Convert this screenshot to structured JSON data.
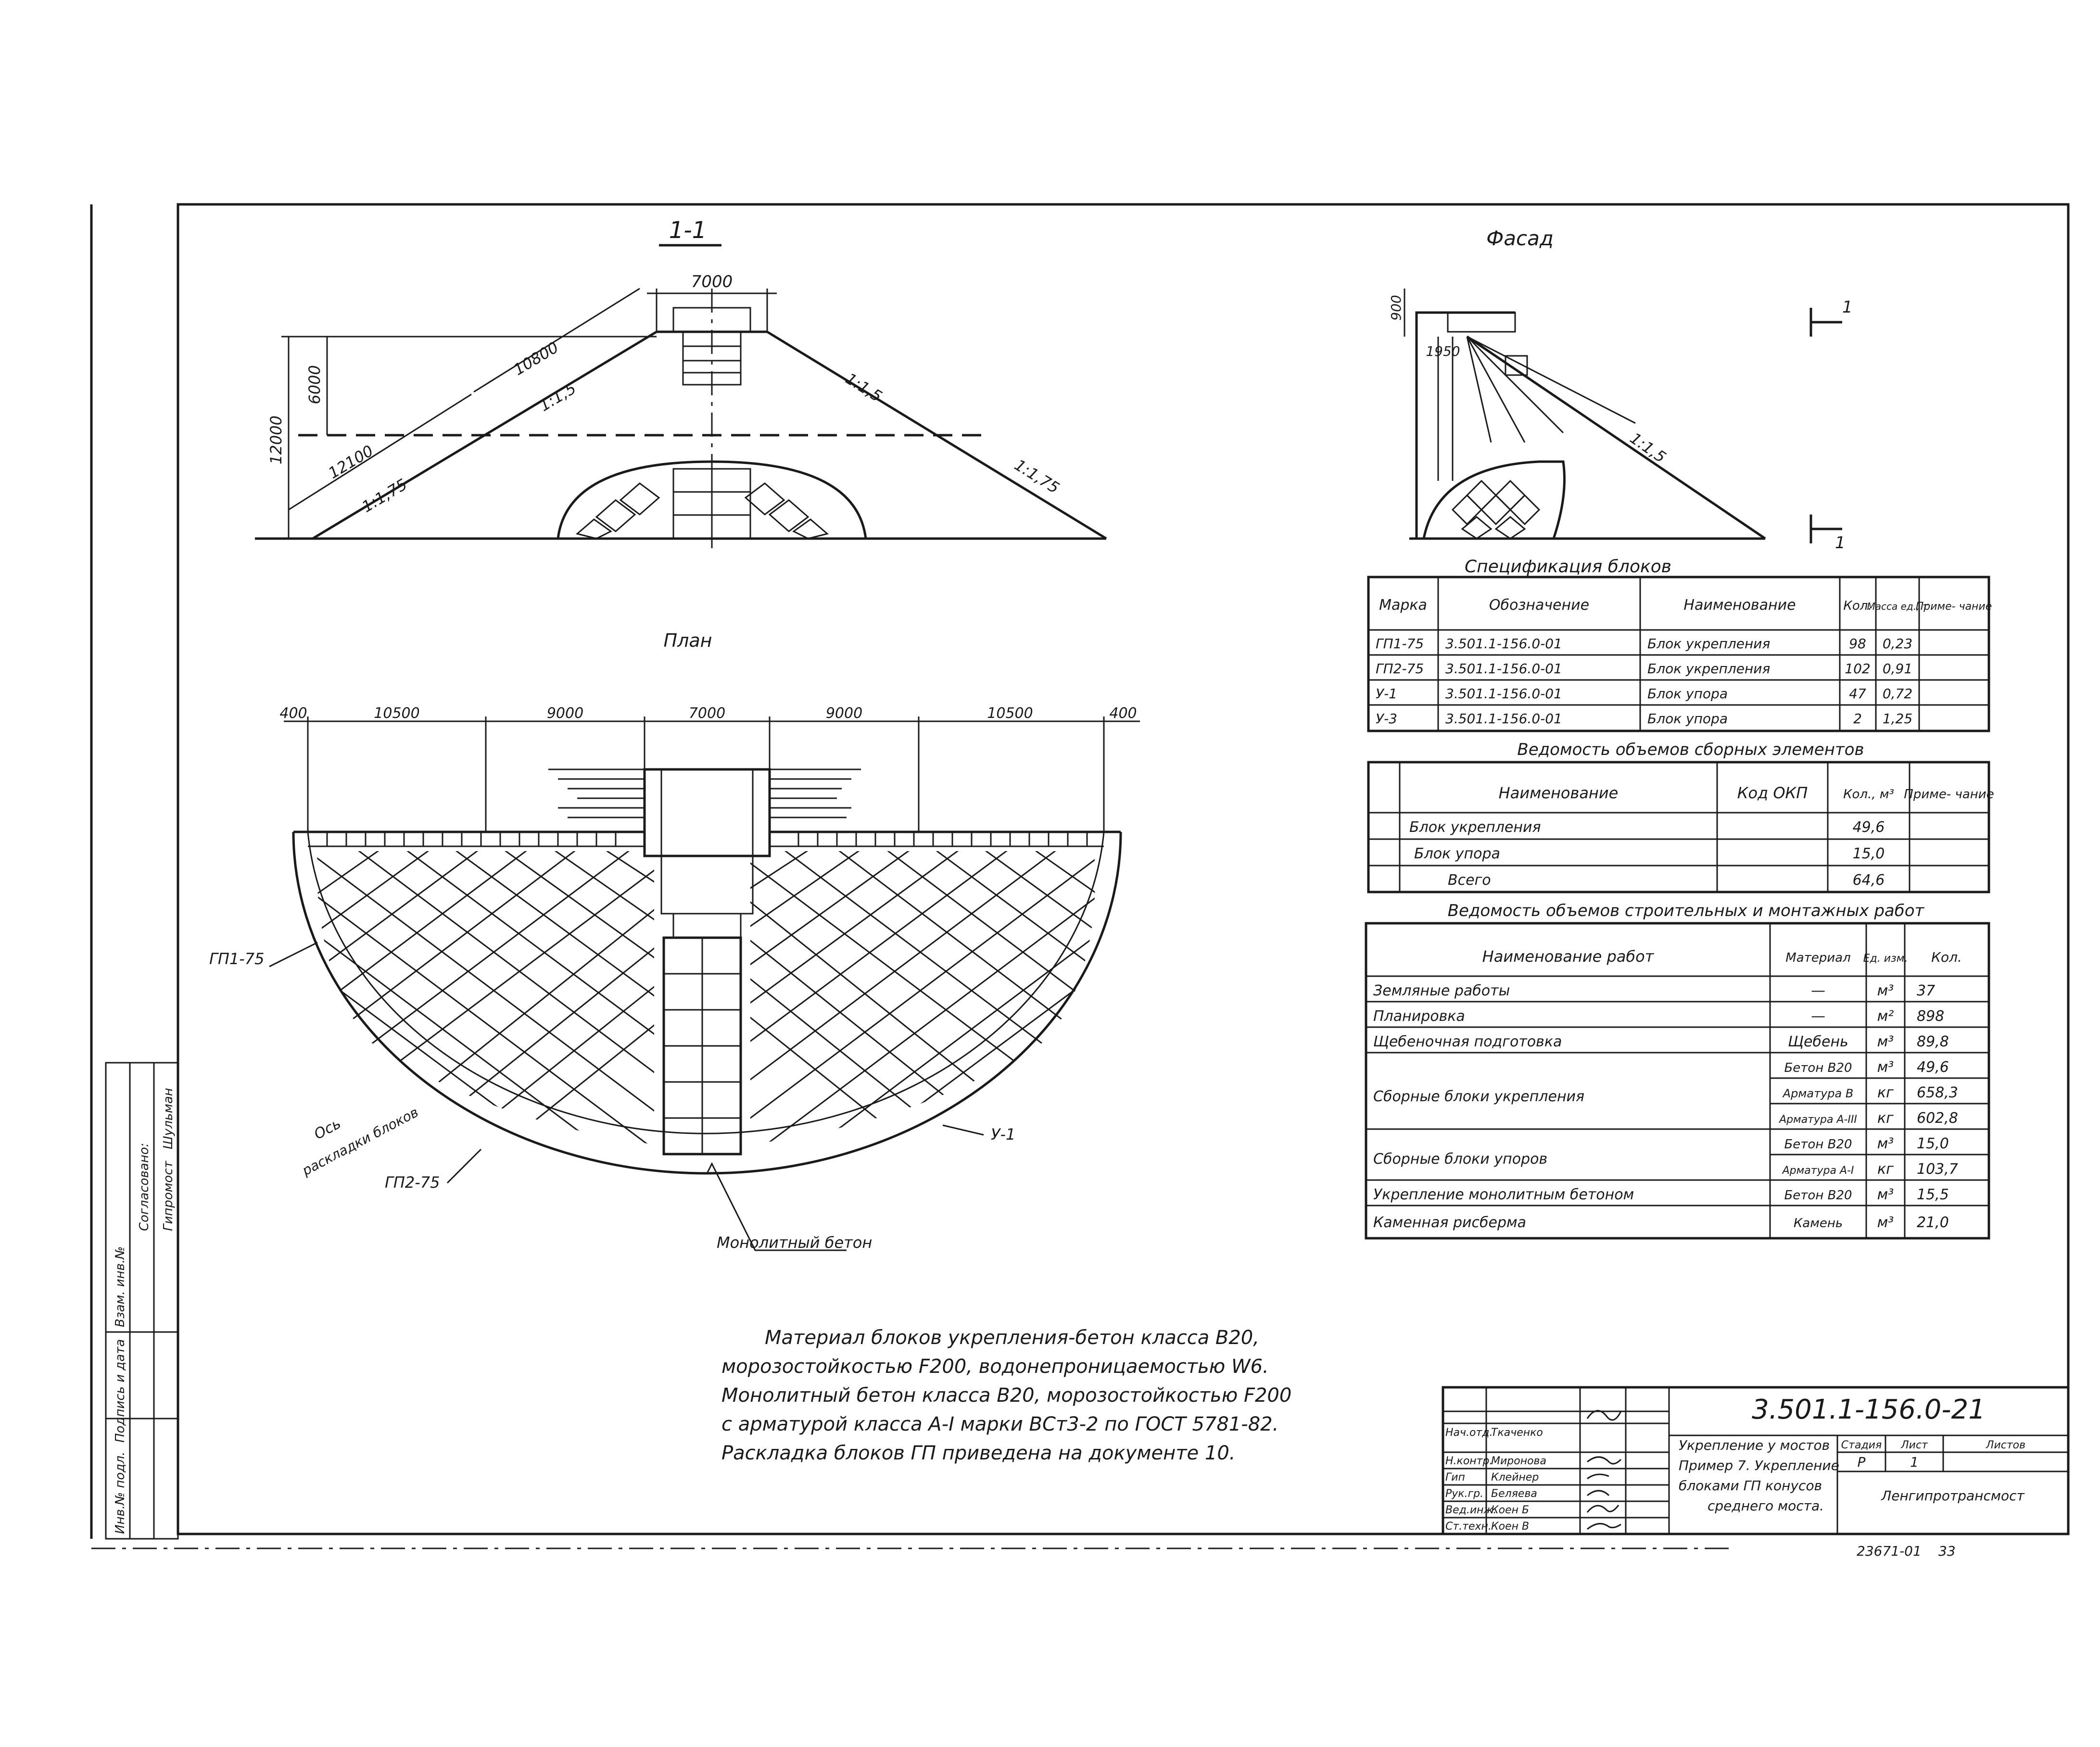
{
  "views": {
    "section_title": "1-1",
    "facade_title": "Фасад",
    "plan_title": "План",
    "section_marker": "1"
  },
  "section_dims": {
    "top_width": "7000",
    "slope_upper_len": "10800",
    "slope_lower_len": "12100",
    "height_upper": "6000",
    "height_total": "12000",
    "slope_upper": "1:1,5",
    "slope_lower": "1:1,75"
  },
  "facade_dims": {
    "h_top": "900",
    "h_offset": "1950",
    "slope": "1:1,5"
  },
  "plan_dims": [
    "400",
    "10500",
    "9000",
    "7000",
    "9000",
    "10500",
    "400"
  ],
  "plan_labels": {
    "gp1": "ГП1-75",
    "gp2": "ГП2-75",
    "u1": "У-1",
    "axis_line1": "Ось",
    "axis_line2": "раскладки блоков",
    "monolith": "Монолитный бетон"
  },
  "spec": {
    "title": "Спецификация блоков",
    "headers": [
      "Марка",
      "Обозначение",
      "Наименование",
      "Кол.",
      "Масса ед., т",
      "Приме- чание"
    ],
    "rows": [
      [
        "ГП1-75",
        "3.501.1-156.0-01",
        "Блок укрепления",
        "98",
        "0,23",
        ""
      ],
      [
        "ГП2-75",
        "3.501.1-156.0-01",
        "Блок укрепления",
        "102",
        "0,91",
        ""
      ],
      [
        "У-1",
        "3.501.1-156.0-01",
        "Блок упора",
        "47",
        "0,72",
        ""
      ],
      [
        "У-3",
        "3.501.1-156.0-01",
        "Блок упора",
        "2",
        "1,25",
        ""
      ]
    ]
  },
  "volumes_prefab": {
    "title": "Ведомость объемов сборных элементов",
    "headers": [
      "Наименование",
      "Код ОКП",
      "Кол., м³",
      "Приме- чание"
    ],
    "rows": [
      [
        "Блок укрепления",
        "",
        "49,6",
        ""
      ],
      [
        "Блок упора",
        "",
        "15,0",
        ""
      ],
      [
        "Всего",
        "",
        "64,6",
        ""
      ]
    ]
  },
  "volumes_works": {
    "title": "Ведомость объемов строительных и монтажных работ",
    "headers": [
      "Наименование работ",
      "Материал",
      "Ед. изм.",
      "Кол."
    ],
    "rows": [
      [
        "Земляные работы",
        "—",
        "м³",
        "37"
      ],
      [
        "Планировка",
        "—",
        "м²",
        "898"
      ],
      [
        "Щебеночная подготовка",
        "Щебень",
        "м³",
        "89,8"
      ],
      [
        "Сборные блоки укрепления",
        "Бетон В20",
        "м³",
        "49,6"
      ],
      [
        "",
        "Арматура В",
        "кг",
        "658,3"
      ],
      [
        "",
        "Арматура А-III",
        "кг",
        "602,8"
      ],
      [
        "Сборные блоки упоров",
        "Бетон В20",
        "м³",
        "15,0"
      ],
      [
        "",
        "Арматура А-I",
        "кг",
        "103,7"
      ],
      [
        "Укрепление монолитным бетоном",
        "Бетон В20",
        "м³",
        "15,5"
      ],
      [
        "Каменная рисберма",
        "Камень",
        "м³",
        "21,0"
      ]
    ]
  },
  "notes": [
    "Материал блоков укрепления-бетон класса В20,",
    "морозостойкостью F200, водонепроницаемостью W6.",
    "Монолитный бетон класса В20, морозостойкостью F200",
    "с арматурой класса А-I марки ВСт3-2 по ГОСТ 5781-82.",
    "Раскладка блоков ГП приведена на документе 10."
  ],
  "title_block": {
    "code": "3.501.1-156.0-21",
    "description": [
      "Укрепление у мостов",
      "Пример 7. Укрепление",
      "блоками ГП конусов",
      "среднего моста."
    ],
    "roles": [
      "Нач.отд.",
      "Н.контр.",
      "Гип",
      "Рук.гр.",
      "Вед.инж.",
      "Ст.техн."
    ],
    "names": [
      "Ткаченко",
      "Миронова",
      "Клейнер",
      "Беляева",
      "Коен Б",
      "Коен В"
    ],
    "stage_label": "Стадия",
    "sheet_label": "Лист",
    "sheets_label": "Листов",
    "stage": "Р",
    "sheet": "1",
    "org": "Ленгипротрансмост"
  },
  "side_stamp": [
    "Инв.№ подл.",
    "Подпись и дата",
    "Взам. инв.№",
    "Согласовано:",
    "Гипромост",
    "Шульман"
  ],
  "footer": {
    "number": "23671-01",
    "page": "33"
  }
}
